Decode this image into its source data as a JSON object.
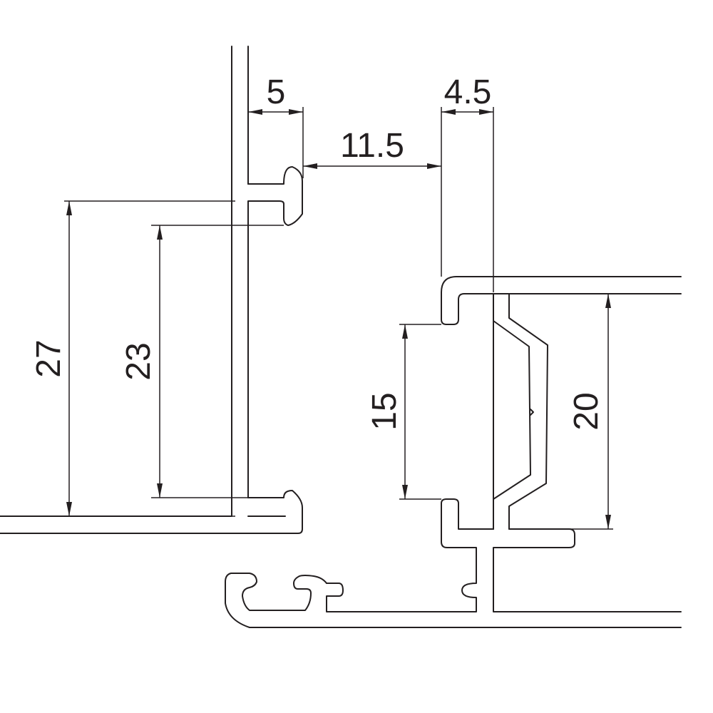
{
  "dimensions": {
    "d_5": "5",
    "d_4_5": "4.5",
    "d_11_5": "11.5",
    "d_27": "27",
    "d_23": "23",
    "d_15": "15",
    "d_20": "20"
  },
  "colors": {
    "line": "#231f20",
    "background": "#ffffff"
  }
}
